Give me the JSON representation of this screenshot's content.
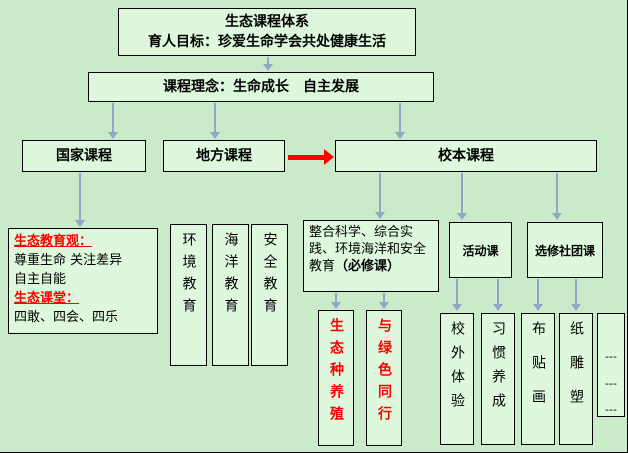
{
  "colors": {
    "bg": "#c9ebc9",
    "box": "#def8de",
    "border": "#000000",
    "arrow": "#8fa8c8",
    "red": "#ff0000"
  },
  "nodes": {
    "title": {
      "line1": "生态课程体系",
      "line2": "育人目标：珍爱生命学会共处健康生活"
    },
    "concept": {
      "label": "课程理念：生命成长　自主发展"
    },
    "national": {
      "label": "国家课程"
    },
    "local": {
      "label": "地方课程"
    },
    "school": {
      "label": "校本课程"
    },
    "eco_view": {
      "heading1": "生态教育观：",
      "line1": "尊重生命 关注差异",
      "line2": "自主自能",
      "heading2": "生态课堂：",
      "line3": "四敢、四会、四乐"
    },
    "env": {
      "label": "环境教育"
    },
    "ocean": {
      "label": "海洋教育"
    },
    "safety": {
      "label": "安全教育"
    },
    "required": {
      "text": "整合科学、综合实践、环境海洋和安全教育",
      "bold": "（必修课）"
    },
    "activity": {
      "label": "活动课"
    },
    "elective": {
      "label": "选修社团课"
    },
    "eco_breeding": {
      "label": "生态种养殖"
    },
    "green_together": {
      "label": "与绿色同行"
    },
    "outside": {
      "label": "校外体验"
    },
    "habit": {
      "label": "习惯养成"
    },
    "fabric": {
      "label": "布贴画"
    },
    "paper": {
      "label": "纸雕塑"
    },
    "more": {
      "label": "---\n---\n---"
    }
  }
}
